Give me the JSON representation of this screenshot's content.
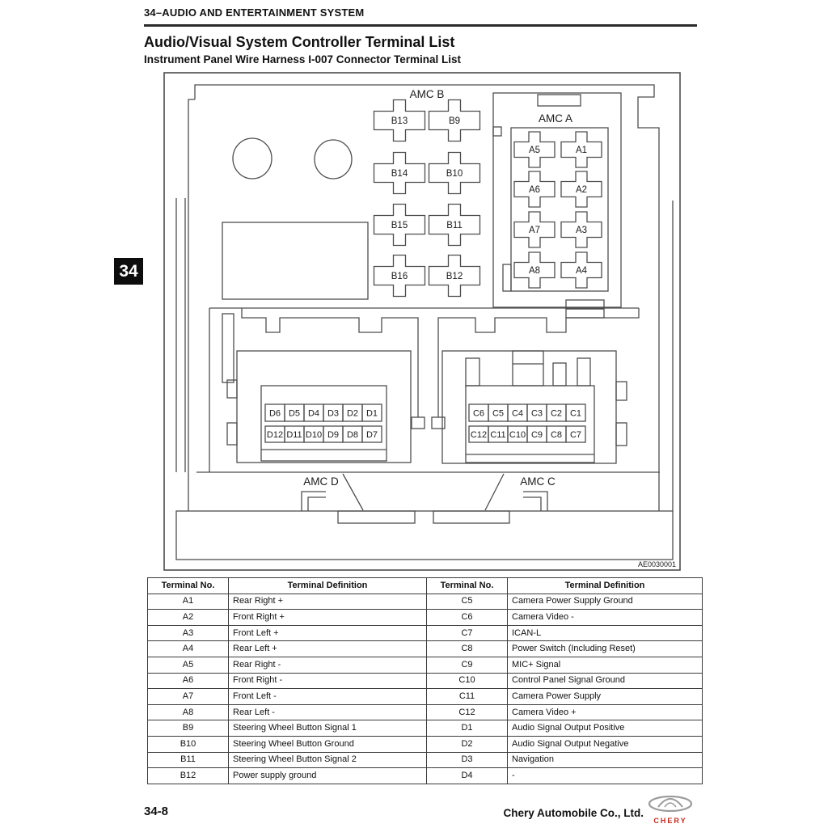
{
  "page": {
    "chapter_header": "34–AUDIO AND ENTERTAINMENT SYSTEM",
    "title": "Audio/Visual System Controller Terminal List",
    "subtitle": "Instrument Panel Wire Harness I-007 Connector Terminal List",
    "chapter_tab": "34",
    "page_number": "34-8",
    "company": "Chery Automobile Co., Ltd.",
    "brand": "CHERY"
  },
  "diagram": {
    "figure_code": "AE0030001",
    "amc_b": {
      "label": "AMC B",
      "pins": [
        [
          "B13",
          "B9"
        ],
        [
          "B14",
          "B10"
        ],
        [
          "B15",
          "B11"
        ],
        [
          "B16",
          "B12"
        ]
      ]
    },
    "amc_a": {
      "label": "AMC A",
      "pins": [
        [
          "A5",
          "A1"
        ],
        [
          "A6",
          "A2"
        ],
        [
          "A7",
          "A3"
        ],
        [
          "A8",
          "A4"
        ]
      ]
    },
    "amc_d": {
      "label": "AMC D",
      "rows": [
        [
          "D6",
          "D5",
          "D4",
          "D3",
          "D2",
          "D1"
        ],
        [
          "D12",
          "D11",
          "D10",
          "D9",
          "D8",
          "D7"
        ]
      ]
    },
    "amc_c": {
      "label": "AMC C",
      "rows": [
        [
          "C6",
          "C5",
          "C4",
          "C3",
          "C2",
          "C1"
        ],
        [
          "C12",
          "C11",
          "C10",
          "C9",
          "C8",
          "C7"
        ]
      ]
    }
  },
  "table": {
    "headers": [
      "Terminal No.",
      "Terminal Definition",
      "Terminal No.",
      "Terminal Definition"
    ],
    "rows": [
      [
        "A1",
        "Rear Right +",
        "C5",
        "Camera Power Supply Ground"
      ],
      [
        "A2",
        "Front Right +",
        "C6",
        "Camera Video -"
      ],
      [
        "A3",
        "Front Left +",
        "C7",
        "ICAN-L"
      ],
      [
        "A4",
        "Rear Left +",
        "C8",
        "Power Switch (Including Reset)"
      ],
      [
        "A5",
        "Rear Right -",
        "C9",
        "MIC+ Signal"
      ],
      [
        "A6",
        "Front Right -",
        "C10",
        "Control Panel Signal Ground"
      ],
      [
        "A7",
        "Front Left -",
        "C11",
        "Camera Power Supply"
      ],
      [
        "A8",
        "Rear Left -",
        "C12",
        "Camera Video +"
      ],
      [
        "B9",
        "Steering Wheel Button Signal 1",
        "D1",
        "Audio Signal Output Positive"
      ],
      [
        "B10",
        "Steering Wheel Button Ground",
        "D2",
        "Audio Signal Output Negative"
      ],
      [
        "B11",
        "Steering Wheel Button Signal 2",
        "D3",
        "Navigation"
      ],
      [
        "B12",
        "Power supply ground",
        "D4",
        "-"
      ]
    ]
  },
  "colors": {
    "brand_red": "#c5281c",
    "line_gray": "#4d4d4d"
  }
}
